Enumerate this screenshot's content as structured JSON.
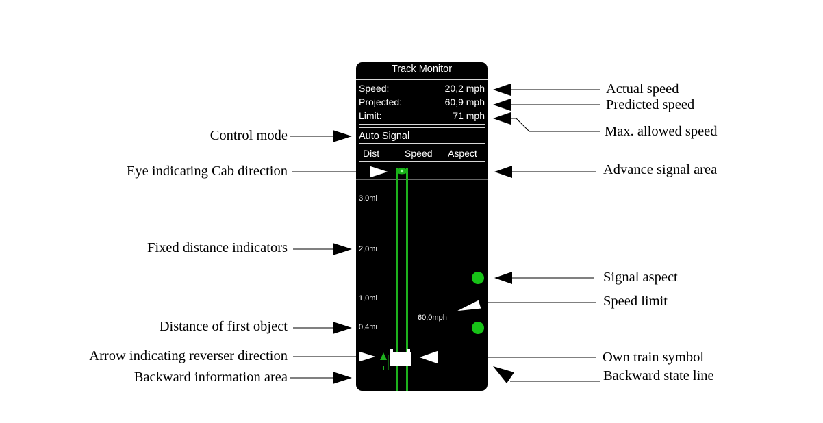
{
  "monitor": {
    "title": "Track Monitor",
    "speed": {
      "label": "Speed:",
      "value": "20,2 mph"
    },
    "projected": {
      "label": "Projected:",
      "value": "60,9 mph"
    },
    "limit": {
      "label": "Limit:",
      "value": "71 mph"
    },
    "control_mode": "Auto Signal",
    "columns": {
      "dist": "Dist",
      "speed": "Speed",
      "aspect": "Aspect"
    },
    "distance_markers": [
      "3,0mi",
      "2,0mi",
      "1,0mi",
      "0,4mi"
    ],
    "speed_limit_marker": "60,0mph",
    "colors": {
      "panel": "#000000",
      "track": "#1db21d",
      "signal": "#17c217",
      "backward_line": "#c80000"
    }
  },
  "callouts": {
    "actual_speed": "Actual speed",
    "predicted_speed": "Predicted speed",
    "max_allowed_speed": "Max. allowed speed",
    "control_mode": "Control mode",
    "eye_cab_direction": "Eye indicating Cab direction",
    "advance_signal_area": "Advance signal area",
    "fixed_distance_indicators": "Fixed distance indicators",
    "signal_aspect": "Signal aspect",
    "speed_limit": "Speed  limit",
    "distance_first_object": "Distance of first object",
    "arrow_reverser": "Arrow indicating reverser direction",
    "own_train_symbol": "Own train symbol",
    "backward_information_area": "Backward information area",
    "backward_state_line": "Backward state line"
  }
}
